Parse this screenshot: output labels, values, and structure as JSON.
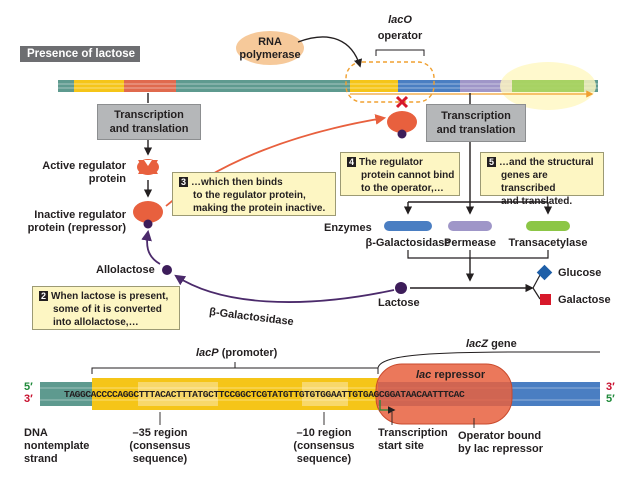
{
  "header": {
    "title": "Presence of lactose"
  },
  "labels": {
    "rna_polymerase": [
      "RNA",
      "polymerase"
    ],
    "lac_o": "lacO",
    "operator": "operator",
    "transcription_left": [
      "Transcription",
      "and translation"
    ],
    "transcription_right": [
      "Transcription",
      "and translation"
    ],
    "active_regulator": [
      "Active regulator",
      "protein"
    ],
    "inactive_regulator": [
      "Inactive regulator",
      "protein (repressor)"
    ],
    "allolactose": "Allolactose",
    "lactose": "Lactose",
    "enzymes": "Enzymes",
    "b_galactosidase_enzyme": "β-Galactosidase",
    "permease": "Permease",
    "transacetylase": "Transacetylase",
    "glucose": "Glucose",
    "galactose": "Galactose",
    "b_galactosidase_arrow": "β-Galactosidase"
  },
  "notes": [
    {
      "number": "2",
      "lines": [
        "When lactose is present,",
        "some of it is converted",
        "into allolactose,…"
      ]
    },
    {
      "number": "3",
      "lines": [
        "…which then binds",
        "to the regulator protein,",
        "making the protein inactive."
      ]
    },
    {
      "number": "4",
      "lines": [
        "The regulator",
        "protein cannot bind",
        "to the operator,…"
      ]
    },
    {
      "number": "5",
      "lines": [
        "…and the structural",
        "genes are transcribed",
        "and translated."
      ]
    }
  ],
  "bottom": {
    "lacp": "lacP",
    "lacp_suffix": "(promoter)",
    "lacz": "lacZ",
    "lacz_suffix": "gene",
    "lac_repressor_prefix": "lac",
    "lac_repressor_suffix": "repressor",
    "five_prime": "5′",
    "three_prime": "3′",
    "sequence": "TAGGCACCCCAGGCTTTACACTTTATGCTTCCGGCTCGTATGTTGTGTGGAATTGTGAGCGGATAACAATTTCAC",
    "dna_label": [
      "DNA",
      "nontemplate",
      "strand"
    ],
    "minus35": [
      "–35 region",
      "(consensus",
      "sequence)"
    ],
    "minus10": [
      "–10 region",
      "(consensus",
      "sequence)"
    ],
    "transcription_start": [
      "Transcription",
      "start site"
    ],
    "operator_bound": [
      "Operator bound",
      "by lac repressor"
    ]
  },
  "colors": {
    "header_bg": "#6d6e71",
    "dna_teal": "#5e9a8f",
    "dna_red": "#e06a4e",
    "promoter_yellow": "#f5c518",
    "operator_blue": "#4a7ec2",
    "purple": "#9f96c8",
    "green": "#8cc646",
    "repressor": "#e8603e",
    "glucose": "#1e5fa8",
    "galactose": "#d7182a",
    "note_bg": "#fdf6c3"
  }
}
